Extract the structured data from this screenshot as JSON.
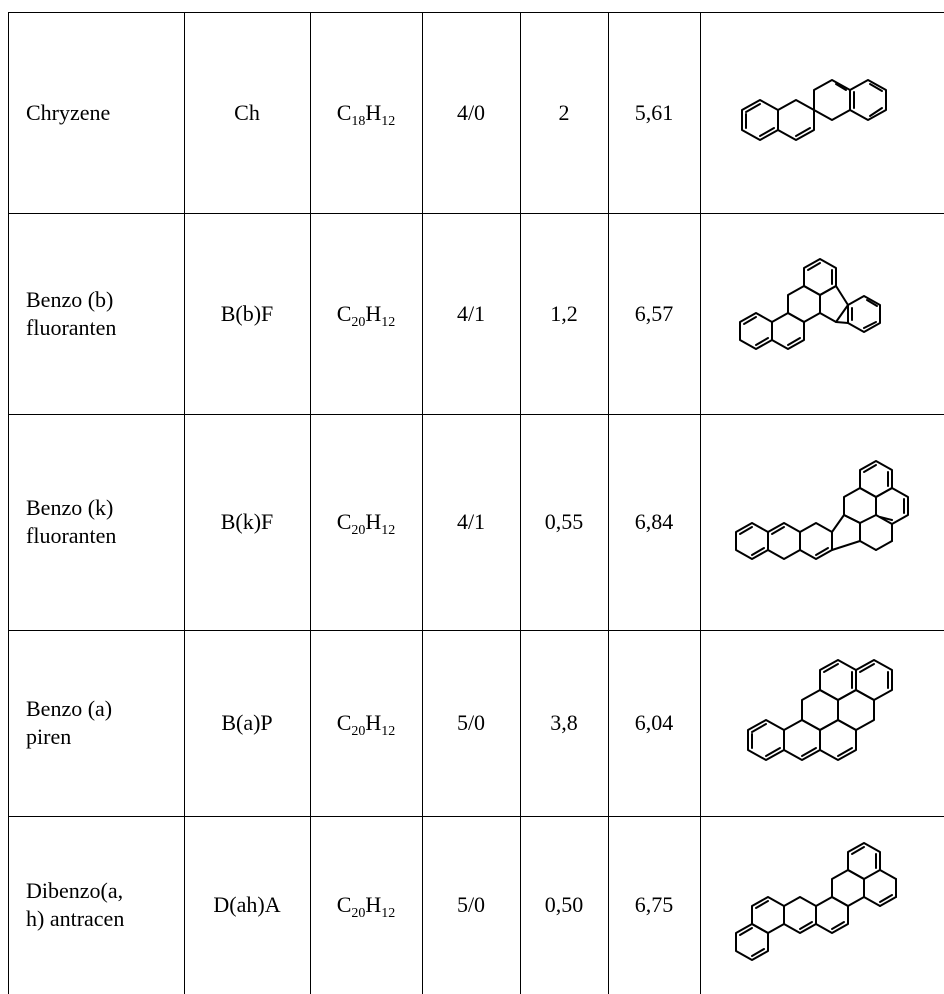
{
  "rows": [
    {
      "name": "Chryzene",
      "abbr": "Ch",
      "formula_main": "C",
      "formula_c": "18",
      "formula_h": "H",
      "formula_hc": "12",
      "rings": "4/0",
      "v1": "2",
      "v2": "5,61",
      "structure": "chrysene-structure"
    },
    {
      "name": "Benzo (b) fluoranten",
      "name_l1": "Benzo (b)",
      "name_l2": "fluoranten",
      "abbr": "B(b)F",
      "formula_main": "C",
      "formula_c": "20",
      "formula_h": "H",
      "formula_hc": "12",
      "rings": "4/1",
      "v1": "1,2",
      "v2": "6,57",
      "structure": "benzo-b-fluoranthene-structure"
    },
    {
      "name": "Benzo (k) fluoranten",
      "name_l1": "Benzo (k)",
      "name_l2": "fluoranten",
      "abbr": "B(k)F",
      "formula_main": "C",
      "formula_c": "20",
      "formula_h": "H",
      "formula_hc": "12",
      "rings": "4/1",
      "v1": "0,55",
      "v2": "6,84",
      "structure": "benzo-k-fluoranthene-structure"
    },
    {
      "name": "Benzo (a) piren",
      "name_l1": "Benzo (a)",
      "name_l2": "piren",
      "abbr": "B(a)P",
      "formula_main": "C",
      "formula_c": "20",
      "formula_h": "H",
      "formula_hc": "12",
      "rings": "5/0",
      "v1": "3,8",
      "v2": "6,04",
      "structure": "benzo-a-pyrene-structure"
    },
    {
      "name": "Dibenzo(a, h) antracen",
      "name_l1": "Dibenzo(a,",
      "name_l2": "h) antracen",
      "abbr": "D(ah)A",
      "formula_main": "C",
      "formula_c": "20",
      "formula_h": "H",
      "formula_hc": "12",
      "rings": "5/0",
      "v1": "0,50",
      "v2": "6,75",
      "structure": "dibenzo-ah-anthracene-structure"
    }
  ]
}
